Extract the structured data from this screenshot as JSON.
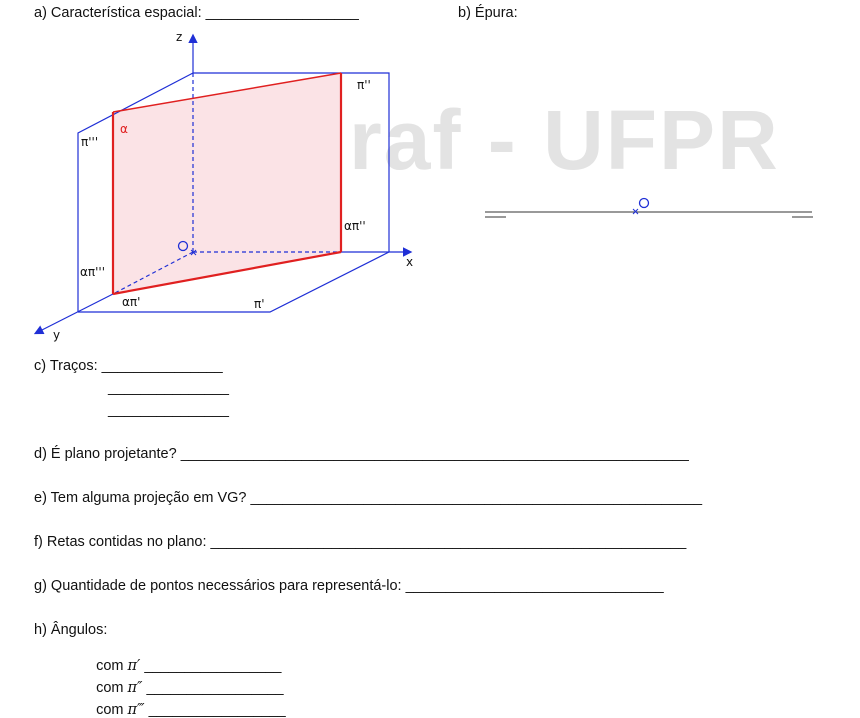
{
  "watermark": "geegraf - UFPR",
  "questions": {
    "a": "a) Característica espacial: ___________________",
    "b": "b) Épura:",
    "c": "c) Traços: _______________",
    "c2": "_______________",
    "c3": "_______________",
    "d": "d) É plano projetante? _______________________________________________________________",
    "e": "e) Tem alguma projeção em VG? ________________________________________________________",
    "f": "f) Retas contidas no plano: ___________________________________________________________",
    "g": "g) Quantidade de pontos necessários para representá-lo: ________________________________",
    "h": "h) Ângulos:"
  },
  "angles": [
    {
      "prefix": "com ",
      "sym": "π′",
      "blank": " _________________"
    },
    {
      "prefix": "com ",
      "sym": "π″",
      "blank": " _________________"
    },
    {
      "prefix": "com ",
      "sym": "π‴",
      "blank": " _________________"
    }
  ],
  "figure": {
    "axis_z": "z",
    "axis_x": "x",
    "axis_y": "y",
    "origin": "O",
    "plane_alpha": "α",
    "pi1": "π'",
    "pi2": "π''",
    "pi3": "π'''",
    "trace1": "απ'",
    "trace2": "απ''",
    "trace3": "απ'''"
  },
  "epura": {
    "origin": "O"
  },
  "colors": {
    "blue": "#1f2fd6",
    "red": "#e02020",
    "fill": "#fbe3e6"
  }
}
